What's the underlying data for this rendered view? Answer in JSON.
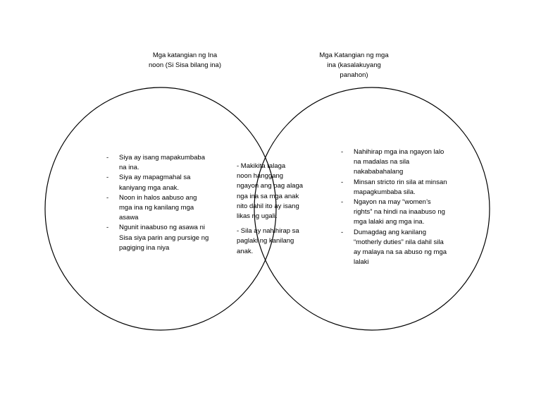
{
  "left_title": [
    "Mga katangian ng Ina",
    "noon (Si Sisa bilang ina)"
  ],
  "right_title": [
    "Mga Katangian ng mga",
    "ina (kasalakuyang",
    "panahon)"
  ],
  "left_items": [
    [
      "Siya ay isang mapakumbaba",
      "na ina."
    ],
    [
      "Siya ay mapagmahal sa",
      "kaniyang mga anak."
    ],
    [
      "Noon in halos aabuso ang",
      "mga ina ng kanilang mga",
      "asawa"
    ],
    [
      "Ngunit inaabuso ng asawa ni",
      "Sisa siya parin ang pursige ng",
      "pagiging ina niya"
    ]
  ],
  "middle_items": [
    [
      "- Makikita talaga",
      "noon hanggang",
      "ngayon ang pag alaga",
      "nga ina sa mga anak",
      "nito dahil ito ay isang",
      "likas ng ugali."
    ],
    [
      "- Sila ay nahihirap sa",
      "paglaki ng kanilang",
      "anak."
    ]
  ],
  "right_items": [
    [
      "Nahihirap mga ina ngayon lalo",
      "na madalas na sila",
      "nakababahalang"
    ],
    [
      "Minsan stricto rin sila at minsan",
      "mapagkumbaba sila."
    ],
    [
      "Ngayon na may “women’s",
      "rights” na hindi na inaabuso ng",
      "mga lalaki ang mga ina."
    ],
    [
      "Dumagdag ang kanilang",
      "“motherly duties” nila dahil sila",
      "ay malaya na sa abuso ng mga",
      "lalaki"
    ]
  ]
}
